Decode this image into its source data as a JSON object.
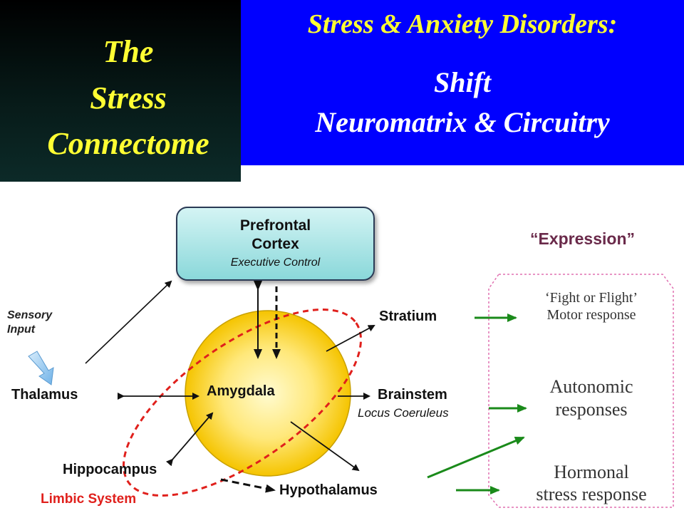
{
  "header": {
    "left_line1": "The",
    "left_line2": "Stress",
    "left_line3": "Connectome",
    "right_line1": "Stress & Anxiety Disorders:",
    "right_line2": "Shift",
    "right_line3": "Neuromatrix & Circuitry",
    "left_text_color": "#ffff33",
    "right_bg_color": "#0000ff"
  },
  "diagram": {
    "pfc_title_1": "Prefrontal",
    "pfc_title_2": "Cortex",
    "pfc_subtitle": "Executive Control",
    "sensory_1": "Sensory",
    "sensory_2": "Input",
    "thalamus": "Thalamus",
    "amygdala": "Amygdala",
    "stratium": "Stratium",
    "brainstem": "Brainstem",
    "locus": "Locus Coeruleus",
    "hippocampus": "Hippocampus",
    "hypothalamus": "Hypothalamus",
    "limbic": "Limbic System",
    "limbic_color": "#e0201c",
    "expression_title": "“Expression”",
    "expression_color": "#6a2a4a",
    "fight_1": "‘Fight or Flight’",
    "fight_2": "Motor response",
    "autonomic_1": "Autonomic",
    "autonomic_2": "responses",
    "hormonal_1": "Hormonal",
    "hormonal_2": "stress response",
    "output_arrow_color": "#1a8a1a",
    "limbic_ellipse_color": "#e0201c"
  }
}
